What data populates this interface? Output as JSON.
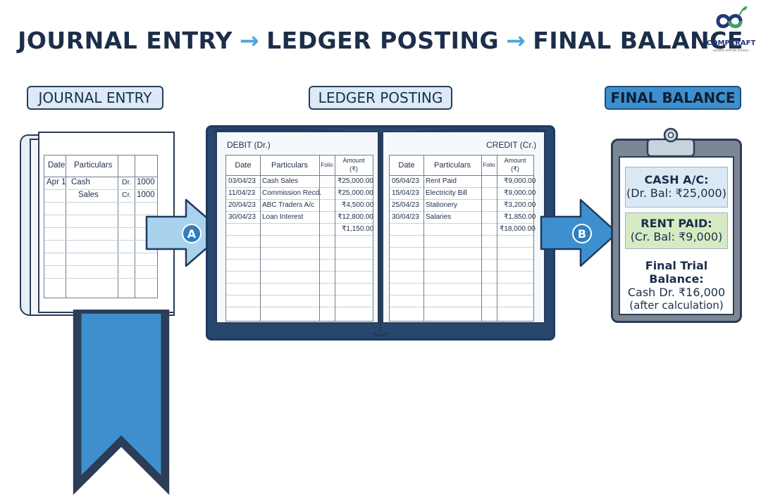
{
  "title": {
    "part1": "JOURNAL ENTRY",
    "part2": "LEDGER POSTING",
    "part3": "FINAL BALANCE",
    "arrow": "→"
  },
  "logo": {
    "name": "COMPCRAFT",
    "tagline": "LEARN GROW EXCEL"
  },
  "sections": {
    "journal": "JOURNAL ENTRY",
    "ledger": "LEDGER POSTING",
    "final": "FINAL BALANCE"
  },
  "journal": {
    "headers": [
      "Date",
      "Particulars"
    ],
    "rows": [
      {
        "date": "Apr 1",
        "particulars": "Cash",
        "side": "Dr.",
        "amount": "1000"
      },
      {
        "date": "",
        "particulars": "Sales",
        "side": "Cr.",
        "amount": "1000"
      }
    ]
  },
  "ledger": {
    "debit_title": "DEBIT (Dr.)",
    "credit_title": "CREDIT (Cr.)",
    "headers": [
      "Date",
      "Particulars",
      "Folio",
      "Amount",
      "(₹)"
    ],
    "debit_rows": [
      {
        "date": "03/04/23",
        "particulars": "Cash Sales",
        "amount": "₹25,000.00"
      },
      {
        "date": "11/04/23",
        "particulars": "Commission Recd.",
        "amount": "₹25,000.00"
      },
      {
        "date": "20/04/23",
        "particulars": "ABC Traders A/c",
        "amount": "₹4,500.00"
      },
      {
        "date": "30/04/23",
        "particulars": "Loan Interest",
        "amount": "₹12,800.00"
      },
      {
        "date": "",
        "particulars": "",
        "amount": "₹1,150.00"
      }
    ],
    "credit_rows": [
      {
        "date": "05/04/23",
        "particulars": "Rent Paid",
        "amount": "₹9,000.00"
      },
      {
        "date": "15/04/23",
        "particulars": "Electricity Bill",
        "amount": "₹9,000.00"
      },
      {
        "date": "25/04/23",
        "particulars": "Stationery",
        "amount": "₹3,200.00"
      },
      {
        "date": "30/04/23",
        "particulars": "Salaries",
        "amount": "₹1,850.00"
      },
      {
        "date": "",
        "particulars": "",
        "amount": "₹18,000.00"
      }
    ]
  },
  "arrows": {
    "a": "A",
    "b": "B"
  },
  "final": {
    "cash_title": "CASH A/C:",
    "cash_value": "(Dr. Bal: ₹25,000)",
    "rent_title": "RENT PAID:",
    "rent_value": "(Cr. Bal: ₹9,000)",
    "trial_title": "Final Trial Balance:",
    "trial_value": "Cash Dr. ₹16,000",
    "trial_note": "(after calculation)"
  },
  "colors": {
    "navy": "#1c2e4a",
    "accent_blue": "#4ea3d8",
    "label_bg": "#dbeaf6",
    "rent_bg": "#d6ebc4",
    "cash_bg": "#dbe9f5"
  }
}
